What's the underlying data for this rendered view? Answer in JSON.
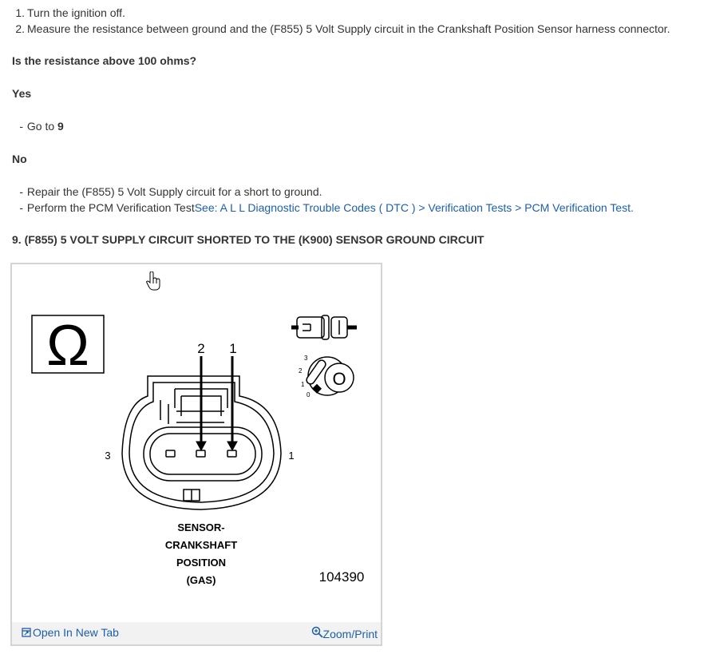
{
  "steps": [
    {
      "num": "1.",
      "text": "Turn the ignition off."
    },
    {
      "num": "2.",
      "text": "Measure the resistance between ground and the (F855) 5 Volt Supply circuit in the Crankshaft Position Sensor harness connector."
    }
  ],
  "question": "Is the resistance above 100 ohms?",
  "yes": {
    "label": "Yes",
    "dash": "-",
    "goto_prefix": "Go to ",
    "goto_target": "9"
  },
  "no": {
    "label": "No",
    "items": [
      {
        "dash": "-",
        "text": "Repair the (F855) 5 Volt Supply circuit for a short to ground."
      },
      {
        "dash": "-",
        "text": "Perform the PCM Verification Test",
        "link": "See: A L L Diagnostic Trouble Codes ( DTC ) > Verification Tests > PCM Verification Test",
        "after": "."
      }
    ]
  },
  "section_heading": "9. (F855) 5 VOLT SUPPLY CIRCUIT SHORTED TO THE (K900) SENSOR GROUND CIRCUIT",
  "diagram": {
    "ohm_symbol": "Ω",
    "probe_labels": {
      "left": "2",
      "right": "1"
    },
    "pin_labels": {
      "left": "3",
      "right": "1"
    },
    "key_positions": [
      "3",
      "2",
      "1",
      "0"
    ],
    "key_letter": "O",
    "caption": [
      "SENSOR-",
      "CRANKSHAFT",
      "POSITION",
      "(GAS)"
    ],
    "figure_number": "104390"
  },
  "figure_actions": {
    "open_new_tab": "Open In New Tab",
    "zoom_print": "Zoom/Print"
  },
  "colors": {
    "link": "#1d5fa8",
    "text": "#333333",
    "figure_border": "#d4d4d4"
  }
}
